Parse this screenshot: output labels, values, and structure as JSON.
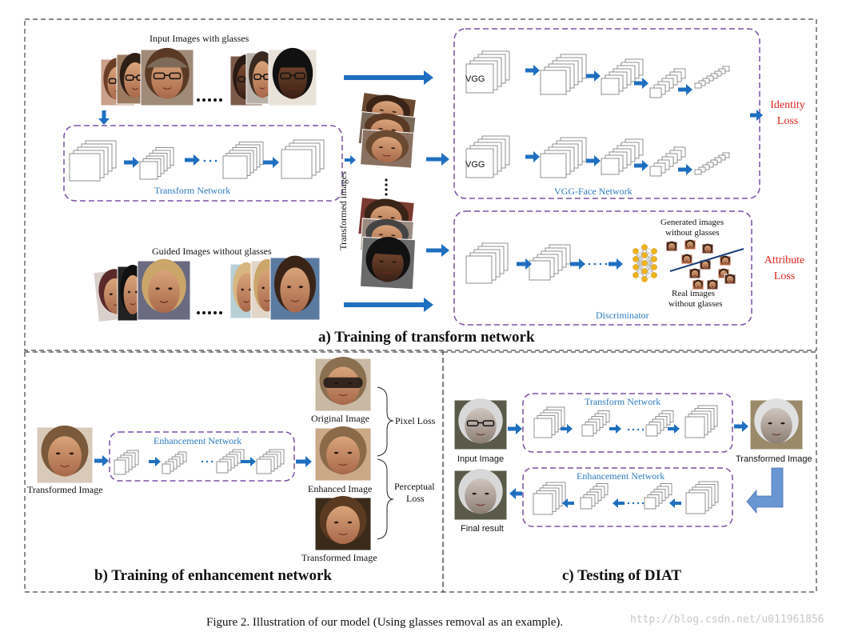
{
  "panel_a": {
    "title": "a) Training of transform network",
    "input_label": "Input Images with glasses",
    "guided_label": "Guided Images without glasses",
    "transform_net_label": "Transform Network",
    "transformed_images_label": "Transformed images",
    "vgg_label": "VGG",
    "vgg_face_label": "VGG-Face Network",
    "identity_loss_line1": "Identity",
    "identity_loss_line2": "Loss",
    "discriminator_label": "Discriminator",
    "generated_line1": "Generated images",
    "generated_line2": "without glasses",
    "real_line1": "Real images",
    "real_line2": "without glasses",
    "attribute_loss_line1": "Attribute",
    "attribute_loss_line2": "Loss",
    "ellipsis": "……"
  },
  "panel_b": {
    "title": "b) Training of enhancement network",
    "enhancement_net_label": "Enhancement Network",
    "transformed_image_label": "Transformed Image",
    "original_image_label": "Original Image",
    "enhanced_image_label": "Enhanced Image",
    "transformed_image_bottom_label": "Transformed Image",
    "pixel_loss_label": "Pixel Loss",
    "perceptual_loss_line1": "Perceptual",
    "perceptual_loss_line2": "Loss"
  },
  "panel_c": {
    "title": "c) Testing of DIAT",
    "transform_net_label": "Transform Network",
    "enhancement_net_label": "Enhancement Network",
    "input_image_label": "Input Image",
    "transformed_image_label": "Transformed Image",
    "final_result_label": "Final result"
  },
  "caption": "Figure 2. Illustration of our model (Using glasses removal as an example).",
  "watermark": "http://blog.csdn.net/u011961856",
  "colors": {
    "arrow_blue": "#1f6fc0",
    "network_label_blue": "#2e7cc2",
    "dashed_purple": "#7a52a6",
    "loss_red": "#e0241b",
    "panel_border": "#444444"
  }
}
